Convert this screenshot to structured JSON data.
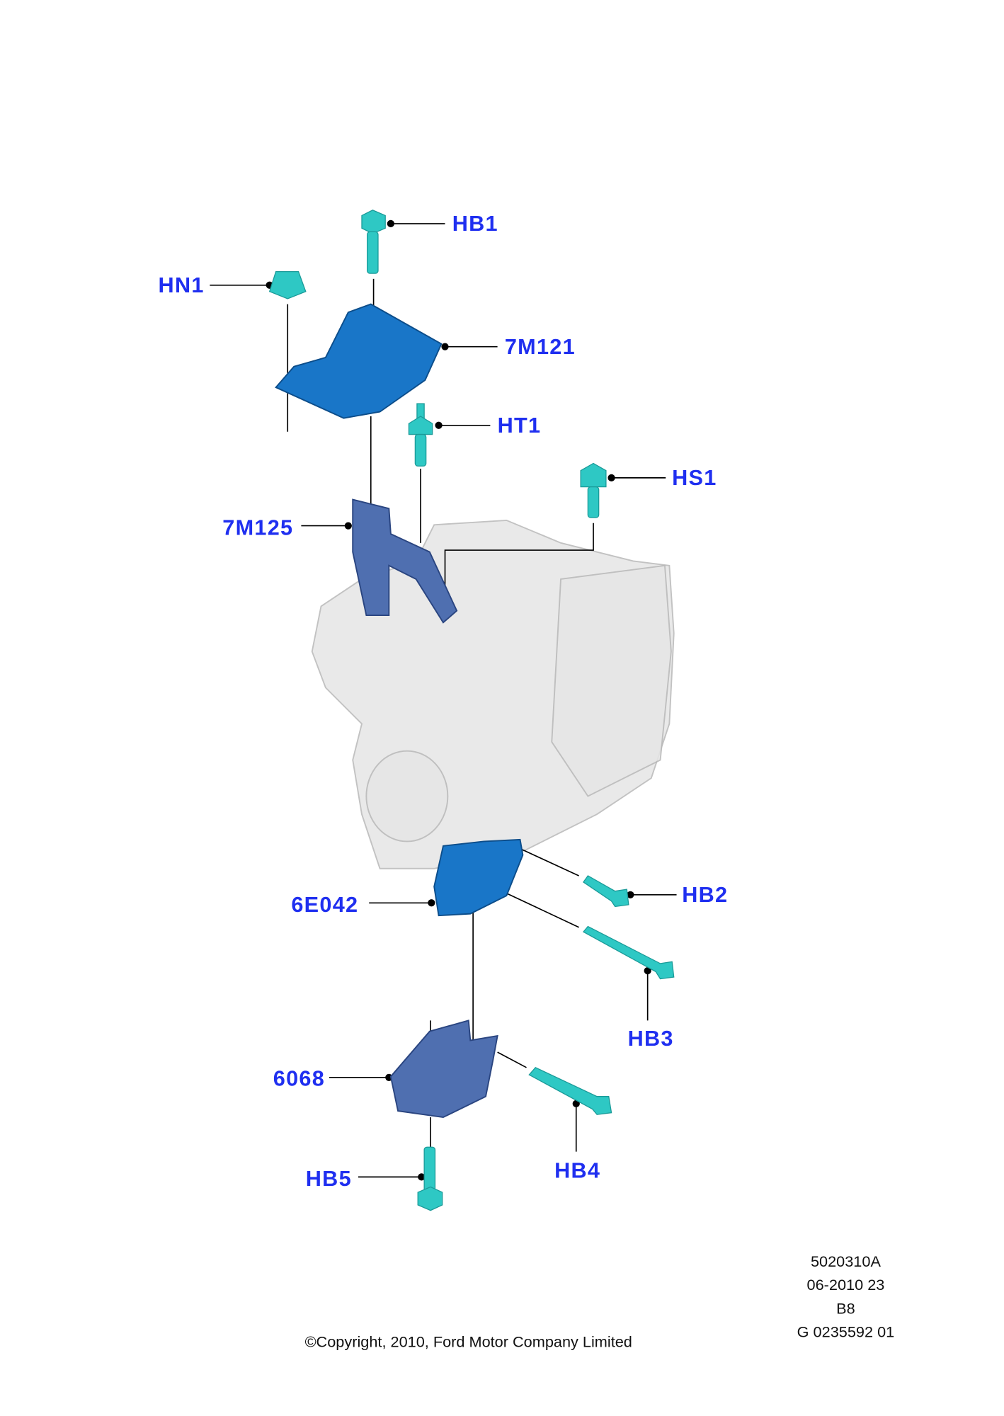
{
  "labels": {
    "hb1": "HB1",
    "hn1": "HN1",
    "m7m121": "7M121",
    "ht1": "HT1",
    "hs1": "HS1",
    "m7m125": "7M125",
    "m6e042": "6E042",
    "hb2": "HB2",
    "hb3": "HB3",
    "m6068": "6068",
    "hb5": "HB5",
    "hb4": "HB4"
  },
  "footer": {
    "copyright": "©Copyright, 2010, Ford Motor Company Limited",
    "ref_lines": [
      "5020310A",
      "06-2010 23",
      "B8",
      "G 0235592 01"
    ]
  },
  "colors": {
    "label": "#1f2ff0",
    "fastener": "#2ec8c4",
    "bracket": "#1976c8"
  }
}
